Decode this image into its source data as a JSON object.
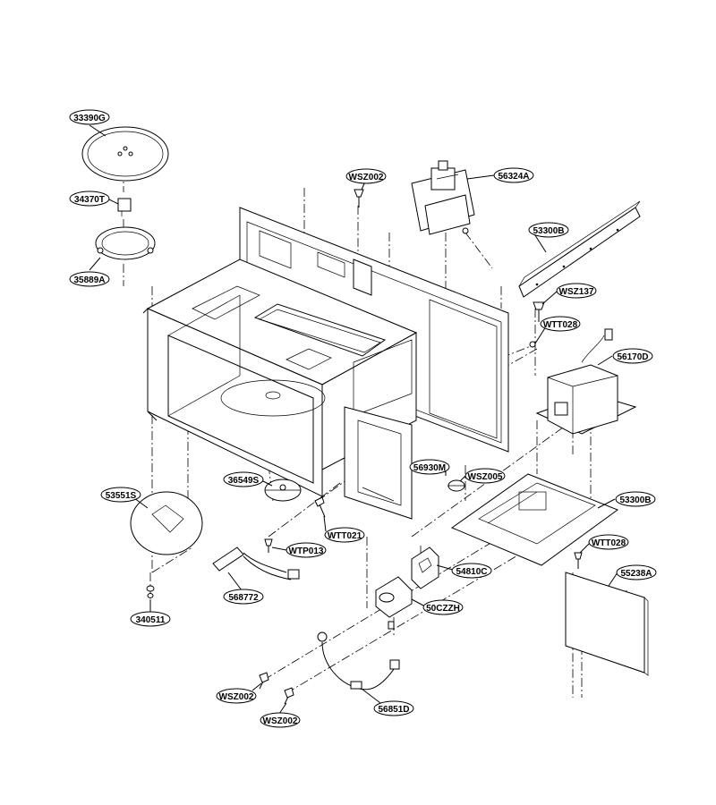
{
  "parts": [
    {
      "id": "lbl-33390G",
      "code": "33390G"
    },
    {
      "id": "lbl-34370T",
      "code": "34370T"
    },
    {
      "id": "lbl-35889A",
      "code": "35889A"
    },
    {
      "id": "lbl-WSZ002-top",
      "code": "WSZ002"
    },
    {
      "id": "lbl-56324A",
      "code": "56324A"
    },
    {
      "id": "lbl-53300B-top",
      "code": "53300B"
    },
    {
      "id": "lbl-WSZ137",
      "code": "WSZ137"
    },
    {
      "id": "lbl-WTT028-top",
      "code": "WTT028"
    },
    {
      "id": "lbl-56170D",
      "code": "56170D"
    },
    {
      "id": "lbl-56930M",
      "code": "56930M"
    },
    {
      "id": "lbl-WSZ005",
      "code": "WSZ005"
    },
    {
      "id": "lbl-36549S",
      "code": "36549S"
    },
    {
      "id": "lbl-53551S",
      "code": "53551S"
    },
    {
      "id": "lbl-53300B-bot",
      "code": "53300B"
    },
    {
      "id": "lbl-WTT021",
      "code": "WTT021"
    },
    {
      "id": "lbl-WTP013",
      "code": "WTP013"
    },
    {
      "id": "lbl-WTT028-bot",
      "code": "WTT028"
    },
    {
      "id": "lbl-568772",
      "code": "568772"
    },
    {
      "id": "lbl-54810C",
      "code": "54810C"
    },
    {
      "id": "lbl-55238A",
      "code": "55238A"
    },
    {
      "id": "lbl-340511",
      "code": "340511"
    },
    {
      "id": "lbl-50CZZH",
      "code": "50CZZH"
    },
    {
      "id": "lbl-WSZ002-bot1",
      "code": "WSZ002"
    },
    {
      "id": "lbl-WSZ002-bot2",
      "code": "WSZ002"
    },
    {
      "id": "lbl-56851D",
      "code": "56851D"
    }
  ]
}
